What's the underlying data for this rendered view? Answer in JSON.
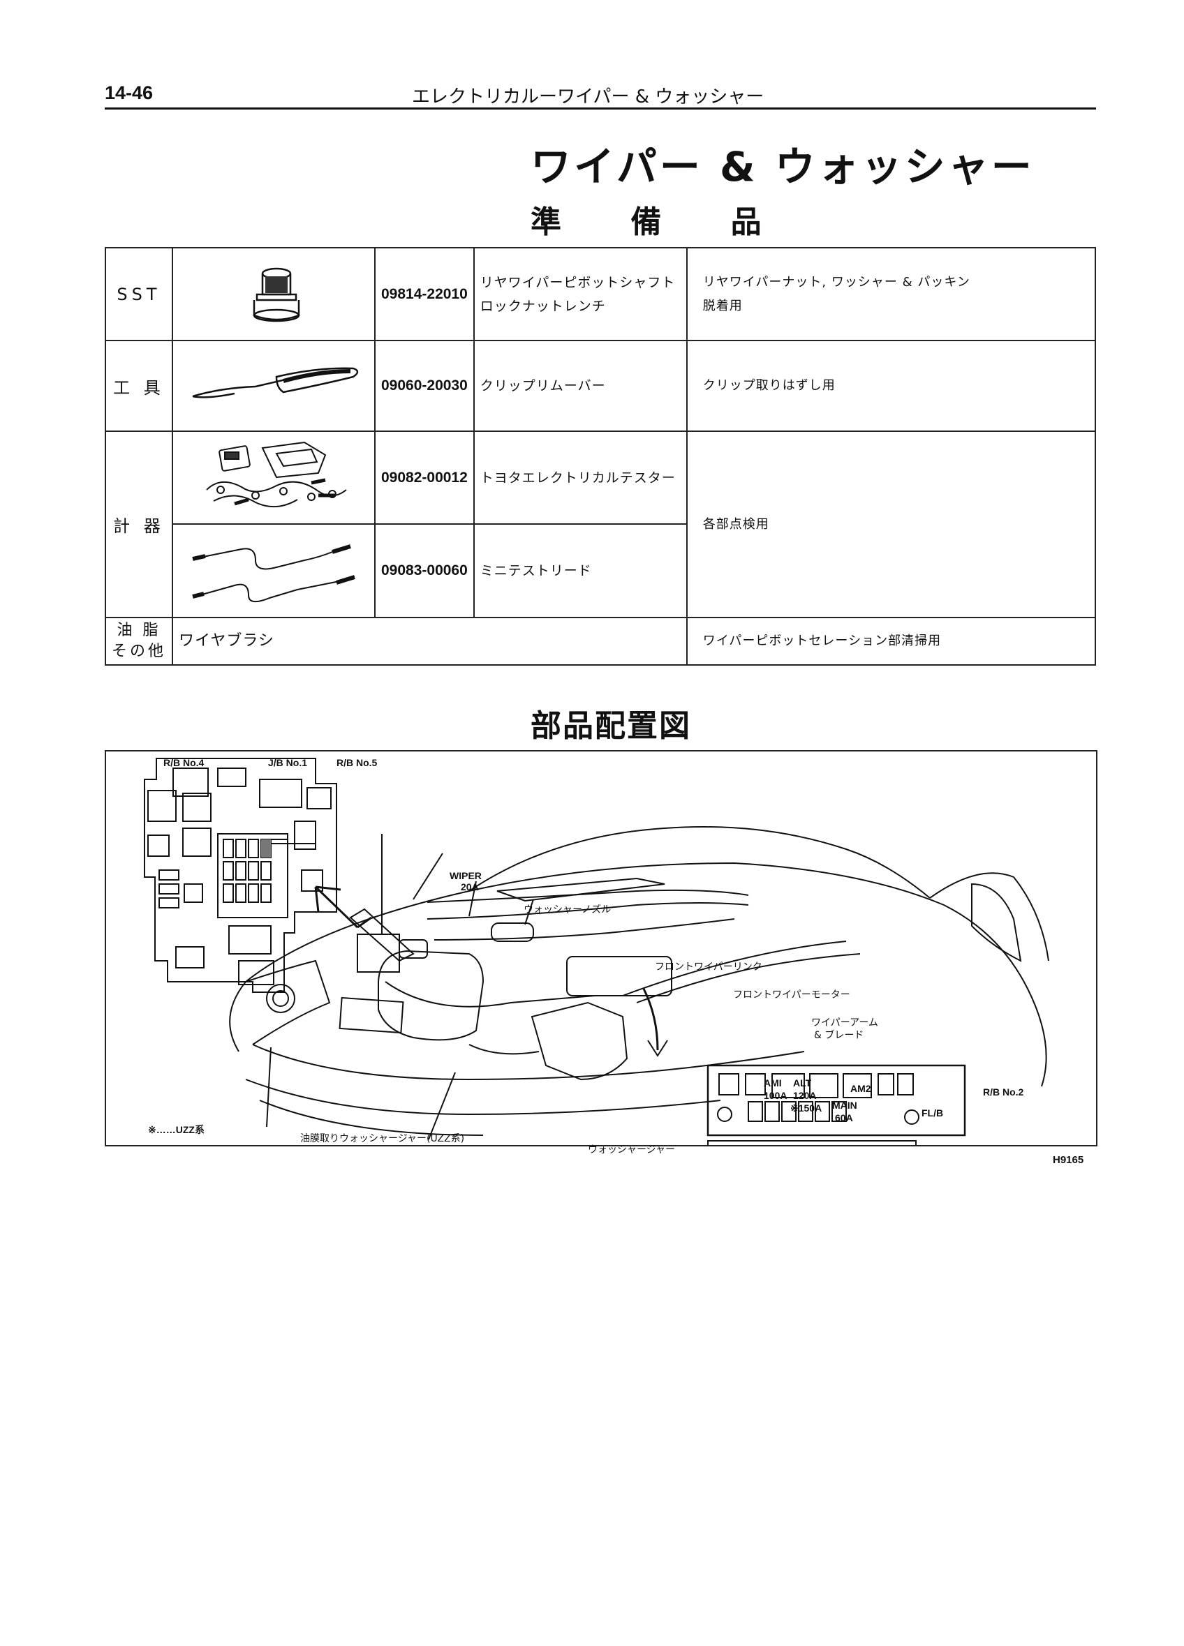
{
  "header": {
    "page_number": "14-46",
    "section": "エレクトリカルーワイパー & ウォッシャー"
  },
  "title": "ワイパー & ウォッシャー",
  "prep_title": "準 備 品",
  "tools_table": {
    "rows": [
      {
        "category": "SST",
        "code": "09814-22010",
        "name_line1": "リヤワイパーピボットシャフト",
        "name_line2": "ロックナットレンチ",
        "use_line1": "リヤワイパーナット, ワッシャー & パッキン",
        "use_line2": "脱着用"
      },
      {
        "category": "工 具",
        "code": "09060-20030",
        "name": "クリップリムーバー",
        "use": "クリップ取りはずし用"
      },
      {
        "category": "計 器",
        "code": "09082-00012",
        "name": "トヨタエレクトリカルテスター",
        "use": "各部点検用"
      },
      {
        "code": "09083-00060",
        "name": "ミニテストリード"
      },
      {
        "category_line1": "油 脂",
        "category_line2": "その他",
        "name": "ワイヤブラシ",
        "use": "ワイパーピボットセレーション部清掃用"
      }
    ]
  },
  "layout_title": "部品配置図",
  "diagram": {
    "labels": {
      "rb4": "R/B No.4",
      "jb1": "J/B No.1",
      "rb5": "R/B No.5",
      "wiper": "WIPER",
      "wiper_amp": "20A",
      "washer_nozzle": "ウォッシャーノズル",
      "front_link": "フロントワイパーリンク",
      "front_motor": "フロントワイパーモーター",
      "arm_blade_1": "ワイパーアーム",
      "arm_blade_2": "& ブレード",
      "oil_film_jar": "油膜取りウォッシャージャー(UZZ系)",
      "washer_jar": "ウォッシャージャー",
      "rb2": "R/B No.2",
      "flb": "FL/B",
      "ami": "AMI",
      "ami_amp": "100A",
      "alt": "ALT",
      "alt_amp": "120A",
      "alt_amp_uzz": "※150A",
      "main": "MAIN",
      "main_amp": "60A",
      "am2": "AM2",
      "footnote": "※……UZZ系"
    },
    "figure_id": "H9165"
  }
}
